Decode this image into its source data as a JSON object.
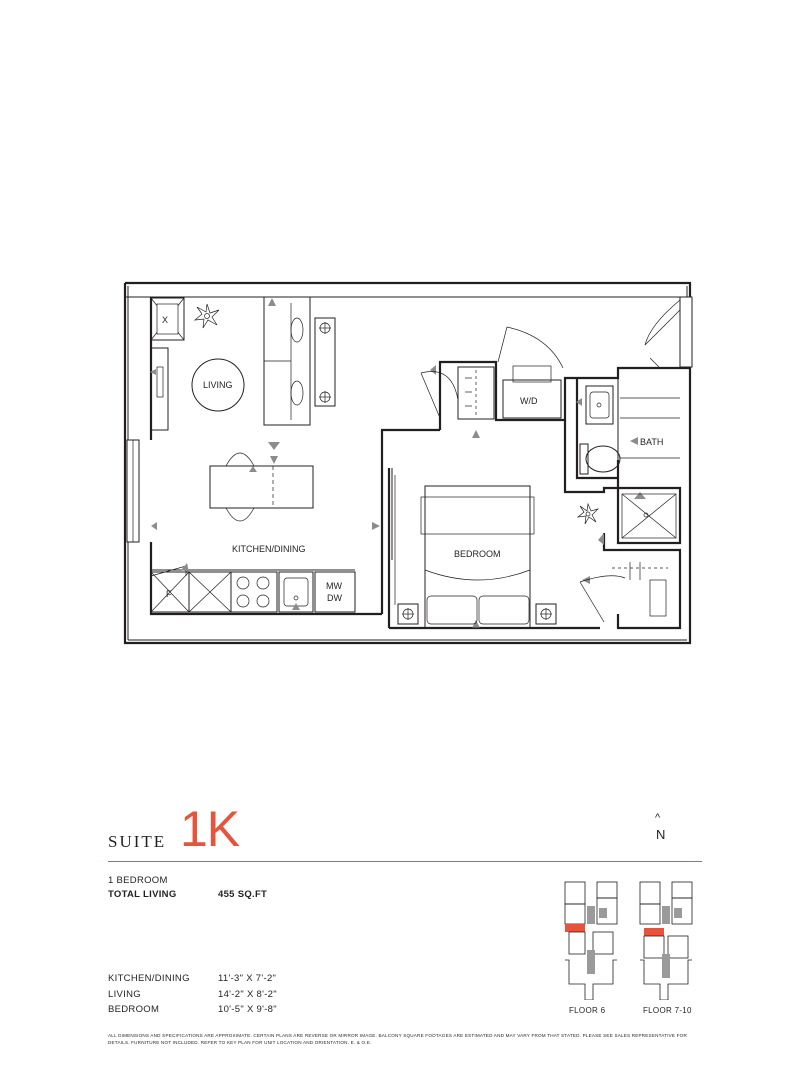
{
  "plan": {
    "rooms": {
      "living": "LIVING",
      "kitchen_dining": "KITCHEN/DINING",
      "bedroom": "BEDROOM",
      "bath": "BATH",
      "wd": "W/D",
      "mw": "MW",
      "dw": "DW",
      "fridge": "F",
      "closet_x": "X"
    }
  },
  "suite": {
    "word": "SUITE",
    "code": "1K"
  },
  "north": {
    "arrow": "^",
    "letter": "N"
  },
  "details": {
    "bedrooms": "1 BEDROOM",
    "total_label": "TOTAL LIVING",
    "total_value": "455 SQ.FT",
    "rooms": [
      {
        "name": "KITCHEN/DINING",
        "size": "11'-3\" X 7'-2\""
      },
      {
        "name": "LIVING",
        "size": "14'-2\" X 8'-2\""
      },
      {
        "name": "BEDROOM",
        "size": "10'-5\" X 9'-8\""
      }
    ]
  },
  "keyplans": [
    {
      "label": "FLOOR 6"
    },
    {
      "label": "FLOOR 7-10"
    }
  ],
  "disclaimer": "All dimensions and specifications are approximate. Certain plans are reverse or mirror image. Balcony square footages are estimated and may vary from that stated. Please see sales representative for details. Furniture not included. Refer to key plan for unit location and orientation. E. & O.E.",
  "colors": {
    "accent": "#e8533b",
    "ink": "#231f20"
  }
}
